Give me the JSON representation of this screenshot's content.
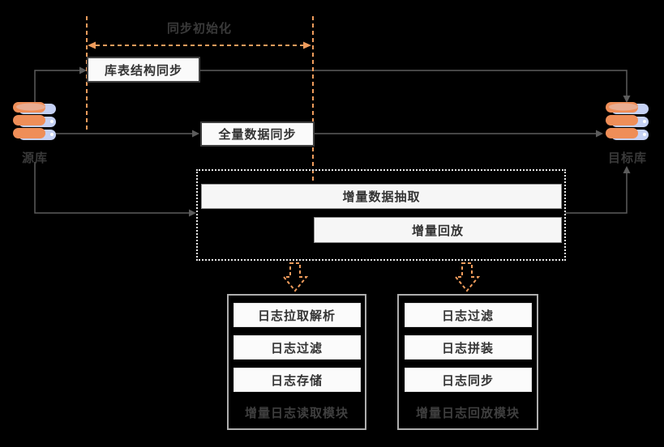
{
  "labels": {
    "init_phase": "同步初始化",
    "source_db": "源库",
    "target_db": "目标库"
  },
  "flow": {
    "schema_sync": "库表结构同步",
    "full_sync": "全量数据同步",
    "incremental_extract": "增量数据抽取",
    "incremental_replay": "增量回放"
  },
  "modules": {
    "log_reader": {
      "title": "增量日志读取模块",
      "steps": [
        "日志拉取解析",
        "日志过滤",
        "日志存储"
      ]
    },
    "log_replayer": {
      "title": "增量日志回放模块",
      "steps": [
        "日志过滤",
        "日志拼装",
        "日志同步"
      ]
    }
  },
  "icons": {
    "source_db_icon": "database-cylinder",
    "target_db_icon": "database-cylinder",
    "init_range_icon": "double-headed-dashed-arrow",
    "down_arrow_icon": "dashed-block-arrow-down"
  },
  "colors": {
    "background": "#000000",
    "accent_orange": "#f09c5c",
    "line_gray": "#5c5c5c",
    "box_border_dark": "#3f3f3f",
    "box_fill": "#fafafa",
    "text_dark": "#333333",
    "module_border": "#aeaeae",
    "dotted_border": "#e6e6e6",
    "db_orange": "#ef8e58",
    "db_orange_light": "#e9ad92",
    "db_lavender": "#c5d1f4"
  }
}
